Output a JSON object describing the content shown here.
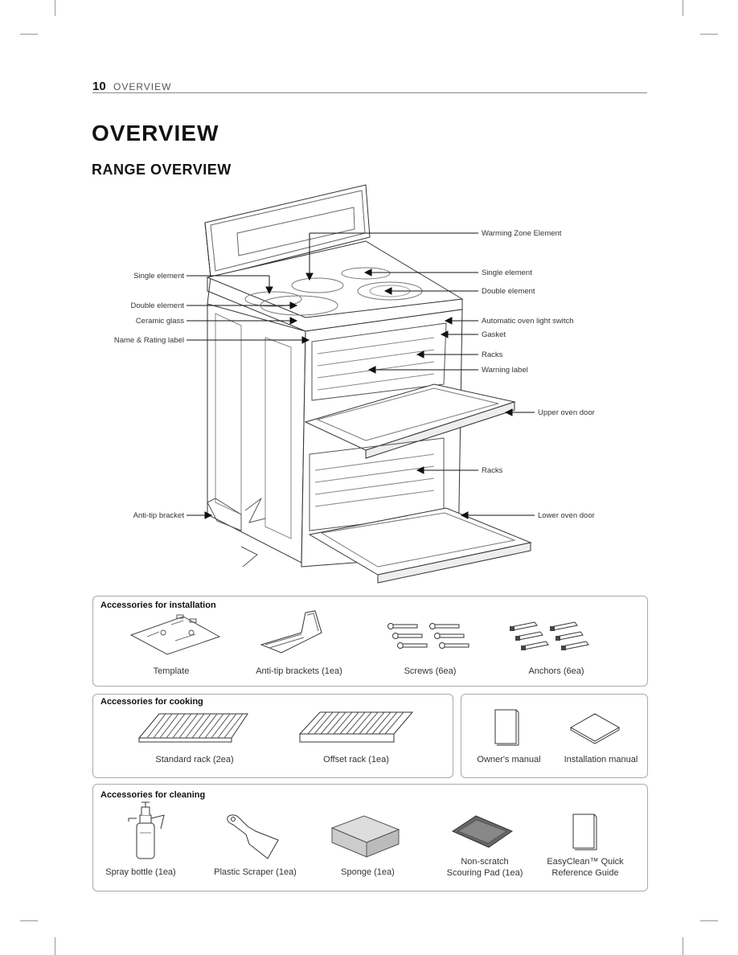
{
  "header": {
    "page_number": "10",
    "section": "OVERVIEW"
  },
  "title": "OVERVIEW",
  "subtitle": "RANGE OVERVIEW",
  "diagram_labels": {
    "warming_zone_element": "Warming Zone Element",
    "single_element_right": "Single element",
    "double_element_right": "Double element",
    "auto_light_switch": "Automatic oven light switch",
    "gasket": "Gasket",
    "racks_upper": "Racks",
    "warning_label": "Warning label",
    "upper_oven_door": "Upper oven door",
    "racks_lower": "Racks",
    "lower_oven_door": "Lower oven door",
    "single_element_left": "Single element",
    "double_element_left": "Double element",
    "ceramic_glass": "Ceramic glass",
    "name_rating_label": "Name & Rating label",
    "anti_tip_bracket": "Anti-tip bracket"
  },
  "installation": {
    "title": "Accessories for installation",
    "items": [
      {
        "label": "Template",
        "icon": "template-icon"
      },
      {
        "label": "Anti-tip brackets (1ea)",
        "icon": "anti-tip-bracket-icon"
      },
      {
        "label": "Screws (6ea)",
        "icon": "screws-icon"
      },
      {
        "label": "Anchors (6ea)",
        "icon": "anchors-icon"
      }
    ]
  },
  "cooking": {
    "title": "Accessories for cooking",
    "items": [
      {
        "label": "Standard rack (2ea)",
        "icon": "standard-rack-icon"
      },
      {
        "label": "Offset rack (1ea)",
        "icon": "offset-rack-icon"
      }
    ]
  },
  "manuals": {
    "items": [
      {
        "label": "Owner's manual",
        "icon": "owners-manual-icon"
      },
      {
        "label": "Installation manual",
        "icon": "installation-manual-icon"
      }
    ]
  },
  "cleaning": {
    "title": "Accessories for cleaning",
    "items": [
      {
        "label": "Spray bottle (1ea)",
        "icon": "spray-bottle-icon"
      },
      {
        "label": "Plastic Scraper  (1ea)",
        "icon": "plastic-scraper-icon"
      },
      {
        "label": "Sponge  (1ea)",
        "icon": "sponge-icon"
      },
      {
        "label_line1": "Non-scratch",
        "label_line2": "Scouring Pad (1ea)",
        "icon": "scouring-pad-icon"
      },
      {
        "label_line1": "EasyClean™ Quick",
        "label_line2": "Reference Guide",
        "icon": "quick-reference-guide-icon"
      }
    ]
  }
}
